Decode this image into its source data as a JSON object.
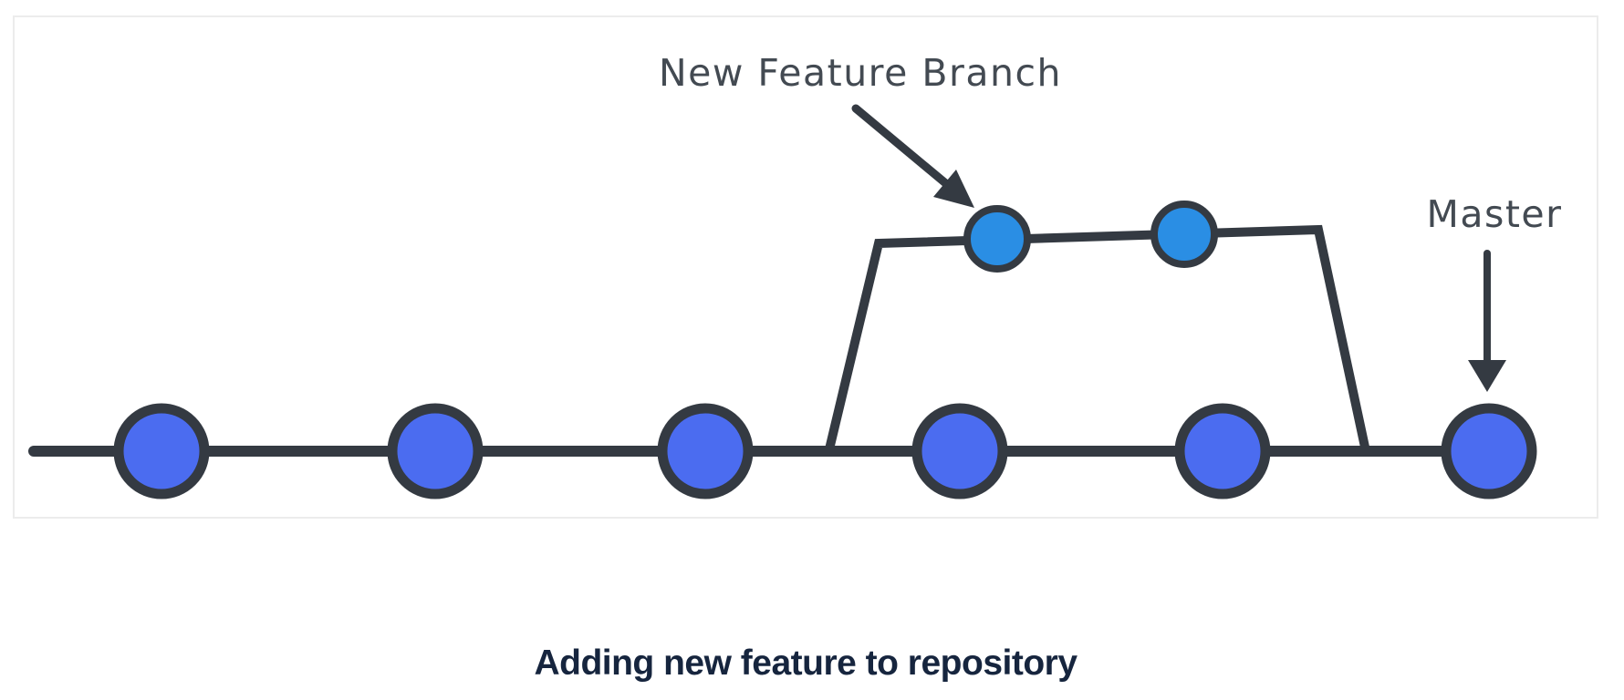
{
  "figure": {
    "caption": "Adding new feature to repository",
    "annotations": [
      {
        "label": "New Feature Branch",
        "points_to": "first-feature-commit"
      },
      {
        "label": "Master",
        "points_to": "last-master-commit"
      }
    ],
    "branches": [
      {
        "name": "Master",
        "commit_count": 6,
        "node_color": "#4b6cf0"
      },
      {
        "name": "New Feature Branch",
        "commit_count": 2,
        "node_color": "#2a8ee4"
      }
    ],
    "colors": {
      "master_commit_fill": "#4b6cf0",
      "feature_commit_fill": "#2a8ee4",
      "line": "#343a42",
      "label_text": "#434a52",
      "caption_text": "#16253e",
      "frame_border": "#ececec",
      "background": "#ffffff"
    }
  }
}
